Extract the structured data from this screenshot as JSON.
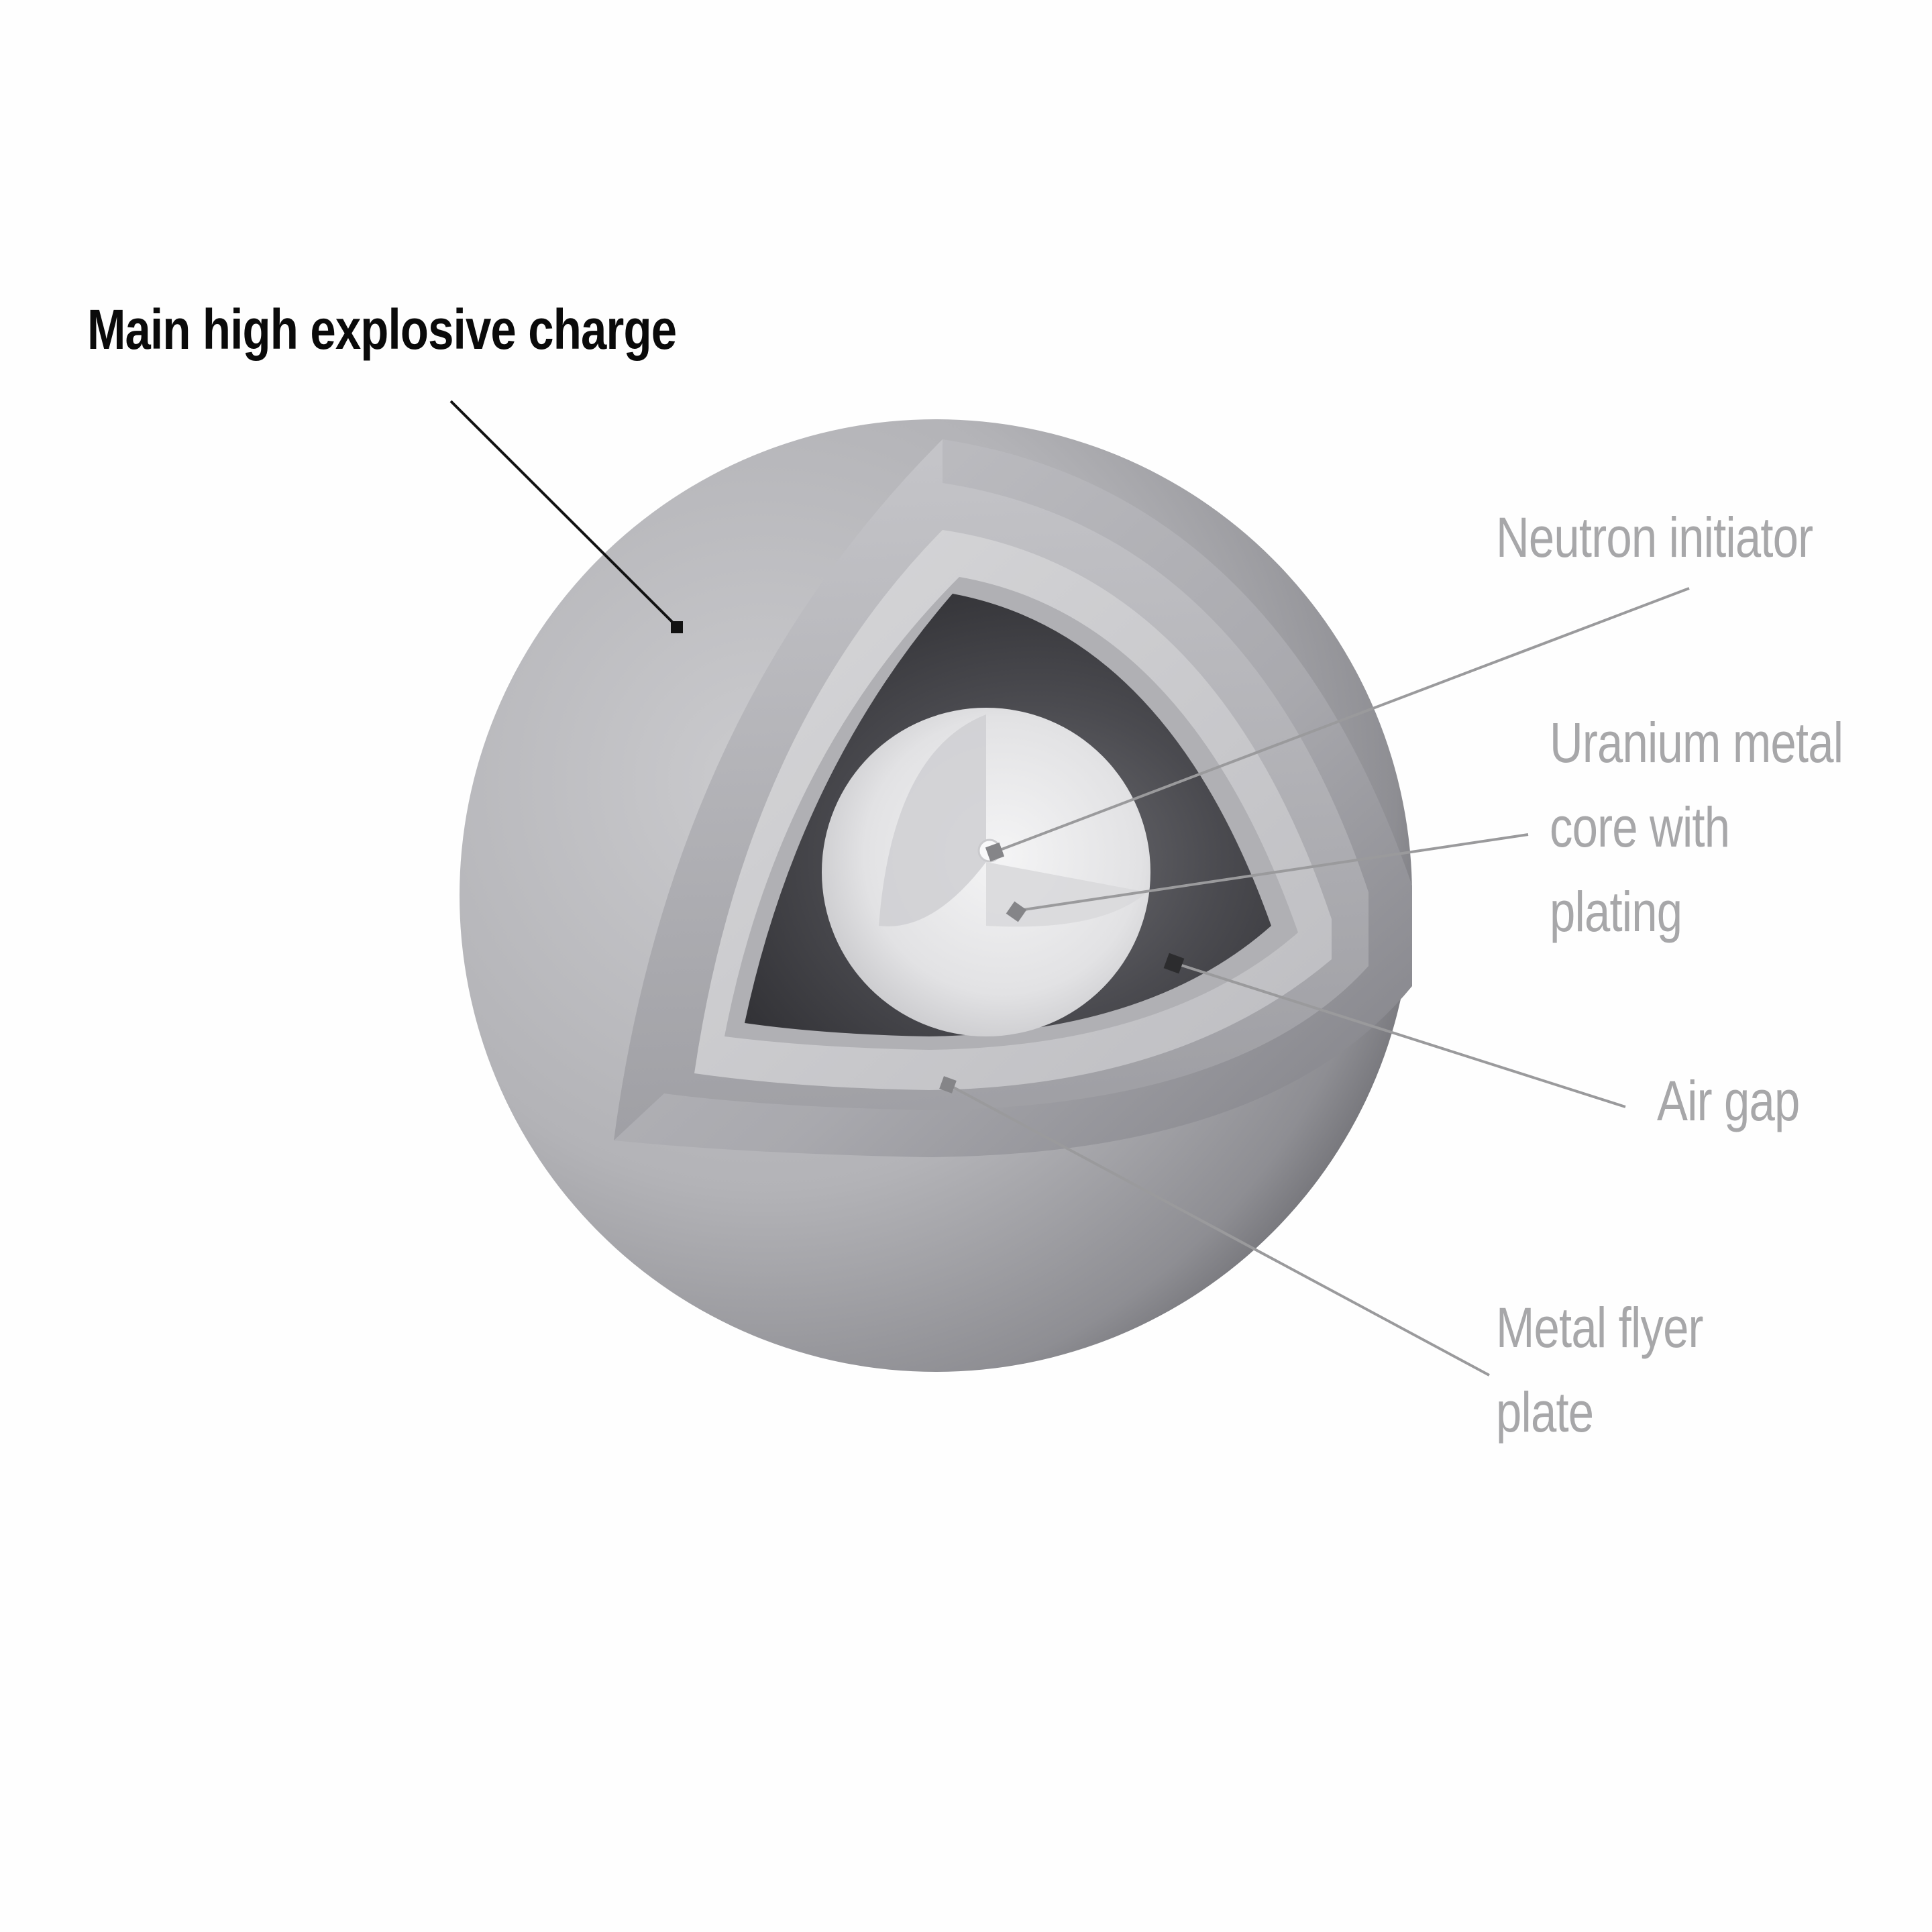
{
  "labels": {
    "main_charge": "Main high explosive charge",
    "neutron_initiator": "Neutron initiator",
    "uranium_core": "Uranium metal\ncore with\nplating",
    "air_gap": "Air gap",
    "flyer_plate": "Metal flyer\nplate"
  },
  "colors": {
    "background": "#fefefe",
    "main_label": "#0a0a0a",
    "secondary_labels": "#a7a7a9",
    "outer_sphere": "#b8b8bc",
    "flyer_plate": "#d2d2d4",
    "air_gap": "#4a4a4e",
    "core": "#e8e8ea"
  }
}
